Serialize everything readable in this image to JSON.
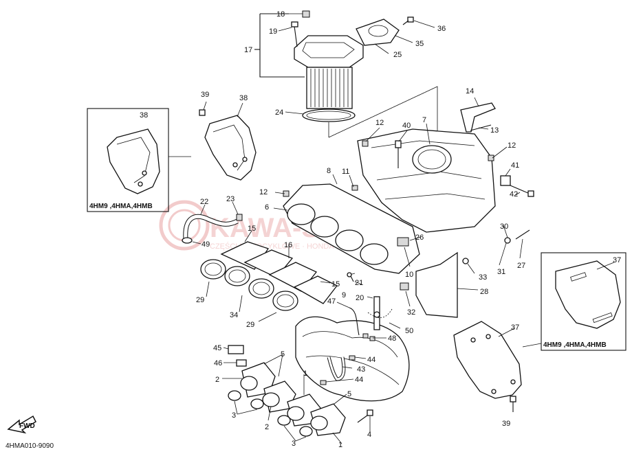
{
  "diagram": {
    "callouts": {
      "c1": "1",
      "c1b": "1",
      "c2": "2",
      "c2b": "2",
      "c3": "3",
      "c3b": "3",
      "c4": "4",
      "c5": "5",
      "c5b": "5",
      "c6": "6",
      "c7": "7",
      "c8": "8",
      "c9": "9",
      "c10": "10",
      "c11": "11",
      "c12a": "12",
      "c12b": "12",
      "c12c": "12",
      "c13": "13",
      "c14": "14",
      "c15a": "15",
      "c15b": "15",
      "c16": "16",
      "c17": "17",
      "c18": "18",
      "c19": "19",
      "c20": "20",
      "c21": "21",
      "c22": "22",
      "c23": "23",
      "c24": "24",
      "c25": "25",
      "c26": "26",
      "c27": "27",
      "c28": "28",
      "c29a": "29",
      "c29b": "29",
      "c30": "30",
      "c31": "31",
      "c32": "32",
      "c33": "33",
      "c34": "34",
      "c35": "35",
      "c36": "36",
      "c37a": "37",
      "c37b": "37",
      "c38a": "38",
      "c38b": "38",
      "c39a": "39",
      "c39b": "39",
      "c40": "40",
      "c41": "41",
      "c42": "42",
      "c43": "43",
      "c44a": "44",
      "c44b": "44",
      "c45": "45",
      "c46": "46",
      "c47": "47",
      "c48": "48",
      "c49": "49",
      "c50": "50"
    },
    "detail_box_label_left": "4HM9 ,4HMA,4HMB",
    "detail_box_label_right": "4HM9 ,4HMA,4HMB",
    "fwd_label": "FWD",
    "diagram_code": "4HMA010-9090",
    "watermark_text": "KAWA-SAKI.PL",
    "watermark_subtext": "CZĘŚCI MOTOCYKLOWE · HONDA · SUZUKI · YAMAHA",
    "colors": {
      "line": "#111111",
      "watermark": "#e8a0a0",
      "background": "#ffffff"
    }
  }
}
